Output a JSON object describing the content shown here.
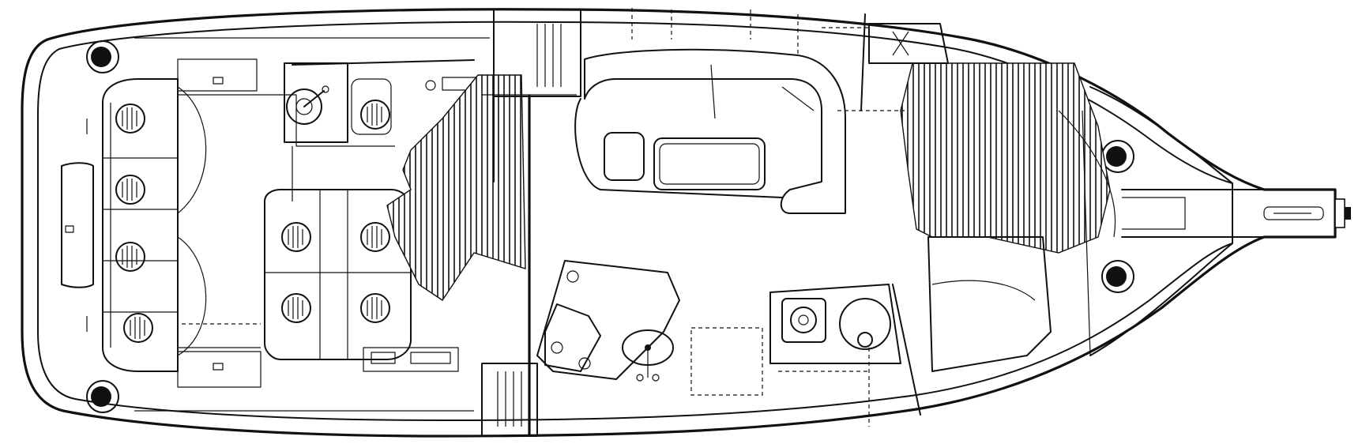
{
  "drawing": {
    "type": "boat-deck-plan",
    "colors": {
      "line": "#111111",
      "background": "#ffffff"
    },
    "features": [
      "hull-outline",
      "bow-pulpit",
      "cockpit-seating",
      "companionway",
      "galley",
      "salon-dinette",
      "head",
      "forward-berth",
      "cleats",
      "cockpit-tables",
      "helm",
      "hatched-flooring"
    ]
  }
}
